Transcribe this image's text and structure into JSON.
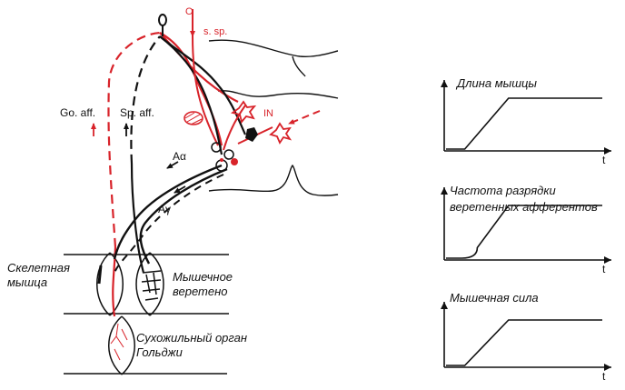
{
  "colors": {
    "afferent_red": "#d8232a",
    "ink": "#111111",
    "background": "#ffffff"
  },
  "diagram": {
    "labels": {
      "origin_mark": "O",
      "s_sp": "s. sp.",
      "in": "IN",
      "go_aff": "Go. aff.",
      "sp_aff": "Sp. aff.",
      "a_alpha": "Aα",
      "a_gamma": "Aγ",
      "skeletal_muscle_1": "Скелетная",
      "skeletal_muscle_2": "мышца",
      "muscle_spindle_1": "Мышечное",
      "muscle_spindle_2": "веретено",
      "golgi_organ_1": "Сухожильный орган",
      "golgi_organ_2": "Гольджи"
    }
  },
  "chart_data": [
    {
      "type": "line",
      "title": "Длина мышцы",
      "xlabel": "t",
      "ylabel": "",
      "shape": "ramp-and-hold",
      "x": [
        0,
        0.12,
        0.4,
        1.0
      ],
      "y": [
        0,
        0,
        1,
        1
      ]
    },
    {
      "type": "line",
      "title": "Частота разрядки веретенных афферентов",
      "title_lines": [
        "Частота разрядки",
        "веретенных афферентов"
      ],
      "xlabel": "t",
      "ylabel": "",
      "shape": "ramp-and-hold",
      "x": [
        0,
        0.1,
        0.2,
        0.4,
        1.0
      ],
      "y": [
        0,
        0,
        0.2,
        1,
        1
      ]
    },
    {
      "type": "line",
      "title": "Мышечная сила",
      "xlabel": "t",
      "ylabel": "",
      "shape": "ramp-and-hold",
      "x": [
        0,
        0.12,
        0.4,
        1.0
      ],
      "y": [
        0,
        0,
        1,
        1
      ]
    }
  ]
}
